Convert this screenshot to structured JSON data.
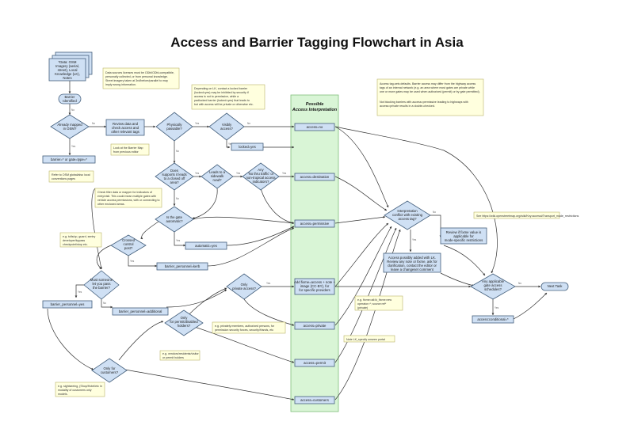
{
  "title": "Access and Barrier Tagging Flowchart in Asia",
  "lane_title": [
    "Possible",
    "Access Interpretation"
  ],
  "nodes": {
    "doc_stack": [
      "*Data: OSM",
      "Imagery (aerial,",
      "street), Local",
      "Knowledge (LK),",
      "Notes"
    ],
    "barrier_identified": [
      "Barrier",
      "Identified"
    ],
    "already_mapped": [
      "Already mapped",
      "in OSM?"
    ],
    "review_data": [
      "Review data and",
      "check access and",
      "other relevant tags"
    ],
    "physically_passable": [
      "Physically",
      "passable?"
    ],
    "visibly_access": [
      "Visibly",
      "access?"
    ],
    "barrier_gate_tag": "barrier=* or gate=type=*",
    "locked_yes": "locked=yes",
    "gate_suggests": [
      "Does",
      "supports it leads",
      "to a closed off",
      "area?"
    ],
    "leads_to_road": [
      "Leads to a",
      "sidewalk",
      "road?"
    ],
    "any_no_thru": [
      "Any",
      "'No thru traffic' or",
      "non-tropical access",
      "indicators?"
    ],
    "is_gate_automatic": [
      "Is the gate",
      "automatic?"
    ],
    "automatic_yes": "automatic=yes",
    "crossing_control": [
      "Crossed",
      "control",
      "post?"
    ],
    "barrier_kerb": "barrier_personnel=kerb",
    "must_someone": [
      "Must someone",
      "let you pass",
      "the barrier?"
    ],
    "barrier_personnel_yes": "barrier_personnel=yes",
    "barrier_personnel_additional": "barrier_personnel=additional",
    "only_private": [
      "Only",
      "private access?"
    ],
    "only_permits": [
      "Only",
      "for permit/disabled",
      "holders?"
    ],
    "only_customers": [
      "Only for",
      "customers?"
    ],
    "access_no": "access=no",
    "access_destination": "access=destination",
    "access_permissive": "access=permissive",
    "add_fixme": [
      "Add fixme=access + note +",
      "image (CC-BY), for",
      "for specific providers"
    ],
    "access_private": "access=private",
    "access_permit": "access=permit",
    "access_customers": "access=customers",
    "interpretation_conflict": [
      "Interpretation",
      "conflict with existing",
      "access tag?"
    ],
    "review_fixme": [
      "Review if fixme value is",
      "applicable for",
      "mode-specific restrictions"
    ],
    "access_possibly": [
      "Access possibly added with LK.",
      "Review any note or fixme, ask for",
      "clarification, contact the editor or",
      "leave a changeset comment"
    ],
    "any_applicable": [
      "Any applicable",
      "gate access",
      "schedules?"
    ],
    "access_conditional": "access:conditional=*",
    "next_task": "Next Task"
  },
  "notes": {
    "data_sources": [
      "Data sources licenses must be ODbl/ODbl-compatible,",
      "personally collected, or from personal knowledge.",
      "Street imagery taken at 3rd/before/parallel to may",
      "imply wrong information."
    ],
    "depending": [
      "Depending on LK, contact a locked barrier",
      "(locked=yes) may be inhibited by security if",
      "access is not to permissive, while a",
      "padlocked barrier (locked=yes) that leads to",
      "but with access will be private or otherwise etc."
    ],
    "access_defaults": [
      "Access tag-sets defaults. Barrier access may differ from the highway access",
      "tags of an internal network (e.g. an area where most gates are private while",
      "one or more gates may be used when authorized (permit) or by gate permitted).",
      "Not blocking barriers with access=permissive leading to highways with",
      "access=private results in a double-checked."
    ],
    "look_at_barrier": [
      "Look at the Barrier Map",
      "from previous editor"
    ],
    "refer_osm": [
      "Refer to OSM global/also local",
      "conventions pages"
    ],
    "check_filter": [
      "Check filter data or mapper for indicators of",
      "entry/visit. This could mean multiple gates with",
      "vehicle access permissions, with or connecting to",
      "other enclosed areas."
    ],
    "eg_control": [
      "e.g. tolls/up, guard, sentry",
      "developer/bypass",
      "checkpoint/stop etc."
    ],
    "eg_private": [
      "e.g. privately members, authorized persons, for",
      "permission security forces, security/Hands, etc"
    ],
    "eg_vendors": [
      "e.g. vendors/residents/visitor",
      "or permit holders"
    ],
    "eg_shophouse": [
      "e.g. sightseeing, (Shop/Hotel/etc in",
      "modality of customers only",
      "models."
    ],
    "eg_fixme": [
      "e.g. fixme=all:lk_fixme:new",
      "operator=*; source:ref*",
      "(private)"
    ],
    "note_lk": "Note LK_specify unseen portal",
    "see_url": "See https://wiki.openstreetmap.org/wiki/Key:access#Transport_mode_restrictions"
  },
  "edge_labels": {
    "yes": "Yes",
    "no": "No"
  }
}
